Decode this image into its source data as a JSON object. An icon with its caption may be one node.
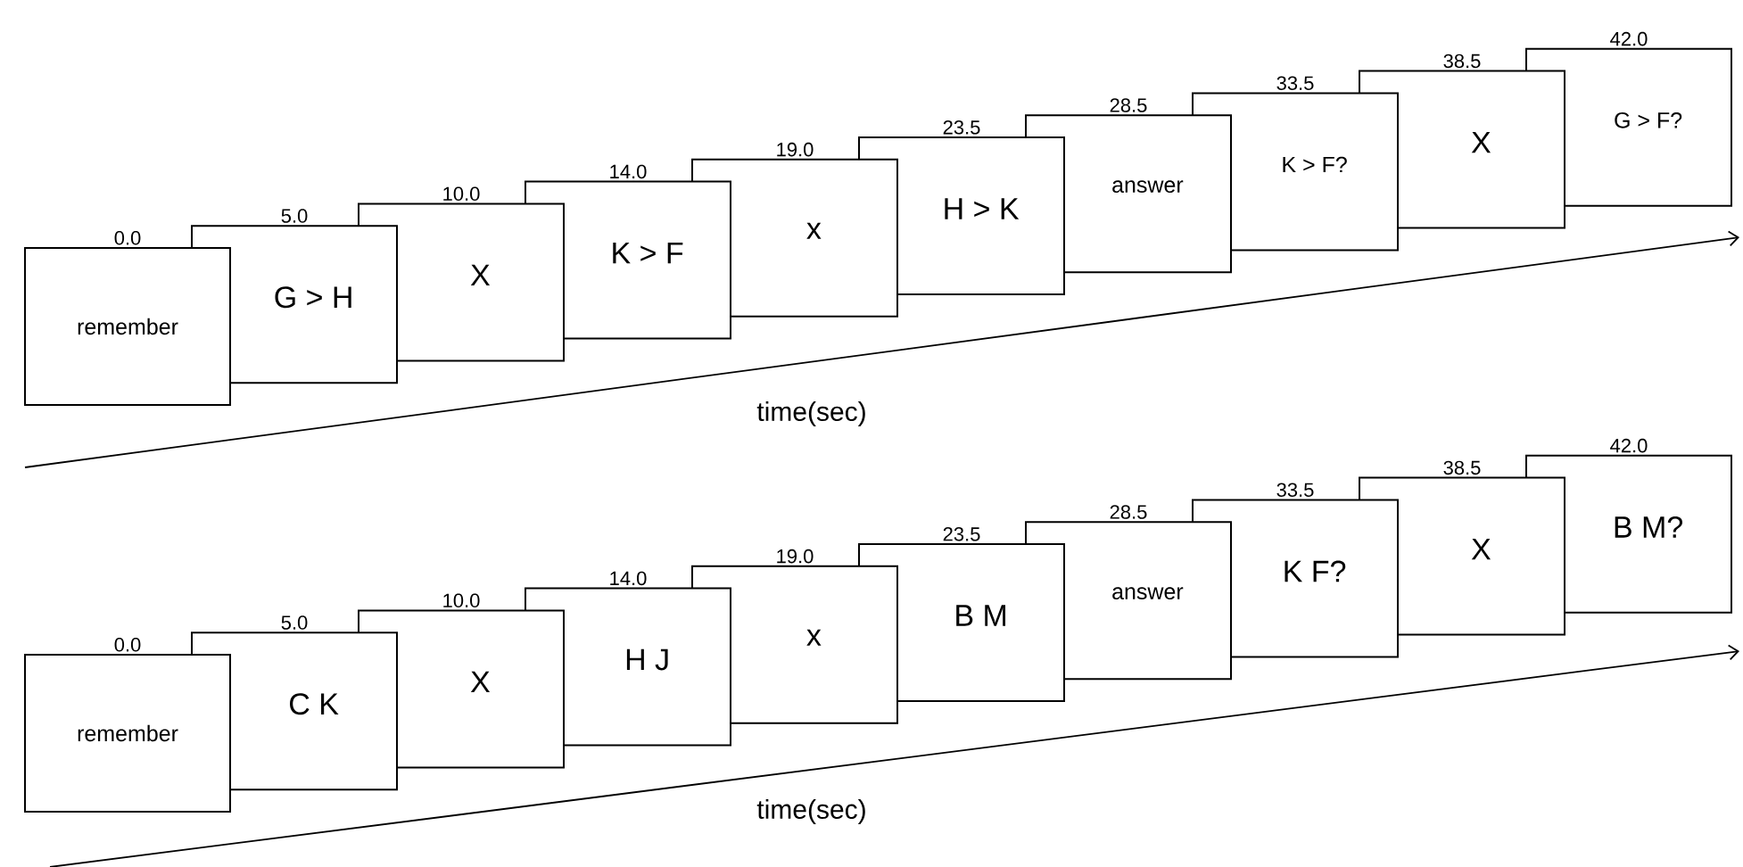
{
  "diagram": {
    "nodes": [
      {
        "text": [
          "remember"
        ],
        "beside": [
          "0.0"
        ]
      },
      {
        "text": [
          "G > H"
        ],
        "beside": [
          "5.0"
        ]
      },
      {
        "text": [
          "X"
        ],
        "beside": [
          "10.0"
        ]
      },
      {
        "text": [
          "K > F"
        ],
        "beside": [
          "14.0"
        ]
      },
      {
        "text": [
          "x"
        ],
        "beside": [
          "19.0"
        ]
      },
      {
        "text": [
          "H > K"
        ],
        "beside": [
          "23.5"
        ]
      },
      {
        "text": [
          "answer"
        ],
        "beside": [
          "28.5"
        ]
      },
      {
        "text": [
          "K > F?"
        ],
        "beside": [
          "33.5"
        ]
      },
      {
        "text": [
          "X"
        ],
        "beside": [
          "38.5"
        ]
      },
      {
        "text": [
          "G > F?"
        ],
        "beside": [
          "42.0"
        ]
      },
      {
        "text": [
          "remember"
        ],
        "beside": [
          "0.0"
        ]
      },
      {
        "text": [
          "C K"
        ],
        "beside": [
          "5.0"
        ]
      },
      {
        "text": [
          "X"
        ],
        "beside": [
          "10.0"
        ]
      },
      {
        "text": [
          "H J"
        ],
        "beside": [
          "14.0"
        ]
      },
      {
        "text": [
          "x"
        ],
        "beside": [
          "19.0"
        ]
      },
      {
        "text": [
          "B M"
        ],
        "beside": [
          "23.5"
        ]
      },
      {
        "text": [
          "answer"
        ],
        "beside": [
          "28.5"
        ]
      },
      {
        "text": [
          "K F?"
        ],
        "beside": [
          "33.5"
        ]
      },
      {
        "text": [
          "X"
        ],
        "beside": [
          "38.5"
        ]
      },
      {
        "text": [
          "B M?"
        ],
        "beside": [
          "42.0"
        ]
      }
    ],
    "labels": [
      "time(sec)",
      "time(sec)"
    ]
  }
}
